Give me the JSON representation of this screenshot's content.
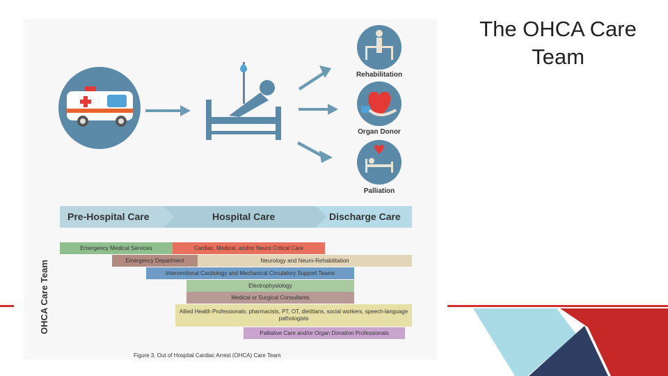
{
  "slide": {
    "title": "The OHCA Care Team"
  },
  "figure": {
    "stages": [
      {
        "label": "Rehabilitation",
        "icon": "rehabilitation-icon"
      },
      {
        "label": "Organ Donor",
        "icon": "organ-donor-icon"
      },
      {
        "label": "Palliation",
        "icon": "palliation-icon"
      }
    ],
    "phases": [
      {
        "label": "Pre-Hospital Care"
      },
      {
        "label": "Hospital Care"
      },
      {
        "label": "Discharge Care"
      }
    ],
    "vertical_label": "OHCA Care Team",
    "teams": [
      {
        "label": "Emergency Medical Services",
        "color": "#8fbf8c"
      },
      {
        "label": "Cardiac, Medical, and/or Neuro Critical Care",
        "color": "#e8705f"
      },
      {
        "label": "Emergency Department",
        "color": "#b38a80"
      },
      {
        "label": "Neurology and Neuro-Rehabilitation",
        "color": "#e3d6b8"
      },
      {
        "label": "Interventional Cardiology and Mechanical Circulatory Support Teams",
        "color": "#6e9cc7"
      },
      {
        "label": "Electrophysiology",
        "color": "#a9c9a0"
      },
      {
        "label": "Medical or Surgical Consultants",
        "color": "#b89a94"
      },
      {
        "label": "Allied Health Professionals: pharmacists, PT, OT, dietitians, social workers, speech-language pathologists",
        "color": "#e6e0a6"
      },
      {
        "label": "Palliative Care and/or Organ Donation Professionals",
        "color": "#c9a4cf"
      }
    ],
    "caption": "Figure 3. Out of Hospital Cardiac Arrest (OHCA) Care Team"
  },
  "colors": {
    "accent_red": "#d32f2f",
    "icon_blue": "#5b8aa8",
    "phase_blue": "#a9ccd8",
    "deco_light_blue": "#a8dbe6",
    "deco_navy": "#2f3f63"
  }
}
